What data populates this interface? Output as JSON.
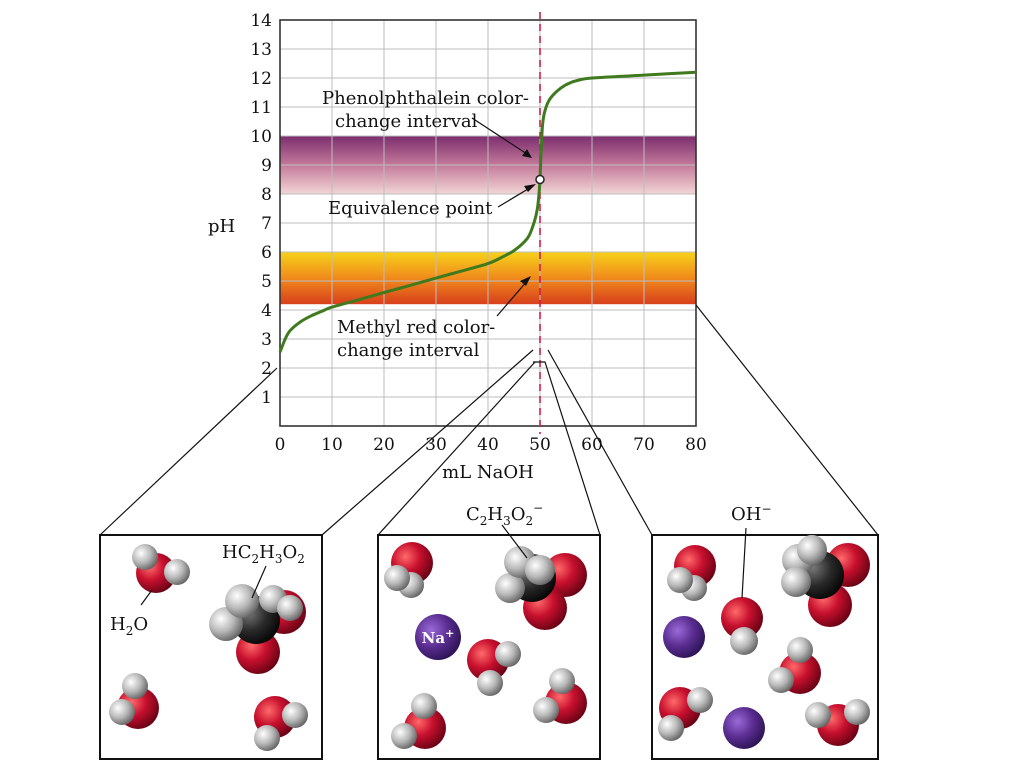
{
  "chart_data": {
    "type": "line",
    "xlabel": "mL NaOH",
    "ylabel": "pH",
    "xlim": [
      0,
      80
    ],
    "ylim": [
      0,
      14
    ],
    "x_ticks": [
      "0",
      "10",
      "20",
      "30",
      "40",
      "50",
      "60",
      "70",
      "80"
    ],
    "y_ticks": [
      "1",
      "2",
      "3",
      "4",
      "5",
      "6",
      "7",
      "8",
      "9",
      "10",
      "11",
      "12",
      "13",
      "14"
    ],
    "grid": true,
    "highlight_x": 50,
    "highlight_x_label": "50",
    "series": [
      {
        "color": "#3f7a1e",
        "x": [
          0,
          1,
          2,
          4,
          6,
          8,
          10,
          15,
          20,
          25,
          30,
          35,
          40,
          43,
          45,
          47,
          48,
          49,
          49.5,
          49.8,
          50,
          50.2,
          50.5,
          51,
          52,
          54,
          56,
          58,
          60,
          65,
          70,
          75,
          80
        ],
        "y": [
          2.55,
          3.0,
          3.3,
          3.6,
          3.8,
          3.95,
          4.1,
          4.35,
          4.6,
          4.85,
          5.1,
          5.35,
          5.6,
          5.85,
          6.05,
          6.35,
          6.6,
          7.1,
          7.5,
          8.0,
          8.5,
          9.4,
          10.4,
          10.9,
          11.3,
          11.65,
          11.85,
          11.95,
          12.0,
          12.05,
          12.1,
          12.15,
          12.2
        ]
      }
    ],
    "bands": [
      {
        "name": "phenolphthalein",
        "y": [
          8,
          10
        ],
        "color_low": "#f2d6d6",
        "color_high": "#7b2d6e"
      },
      {
        "name": "methyl red",
        "y": [
          4.2,
          6.0
        ],
        "color_low": "#d8401c",
        "color_high": "#f6d21a"
      }
    ],
    "equivalence_point": {
      "x": 50,
      "y": 8.5
    },
    "annotations": [
      {
        "lines": [
          "Phenolphthalein color-",
          "change interval"
        ]
      },
      {
        "lines": [
          "Equivalence point"
        ]
      },
      {
        "lines": [
          "Methyl red color-",
          "change interval"
        ]
      }
    ]
  },
  "panels": [
    {
      "labels": [
        {
          "text": "H",
          "sub": "2",
          "tail": "O"
        },
        {
          "text": "HC",
          "sub": "2",
          "mid": "H",
          "sub2": "3",
          "mid2": "O",
          "sub3": "2"
        }
      ]
    },
    {
      "labels": [
        {
          "text": "C",
          "sub": "2",
          "mid": "H",
          "sub2": "3",
          "mid2": "O",
          "sub3": "2",
          "sup": "−"
        },
        {
          "text": "Na",
          "sup": "+"
        }
      ]
    },
    {
      "labels": [
        {
          "text": "OH",
          "sup": "−"
        }
      ]
    }
  ],
  "colors": {
    "oxygen": "#c8102e",
    "hydrogen": "#b8b8b8",
    "carbon": "#2a2a2a",
    "sodium": "#5a2d91",
    "highlight_line": "#d21d4a"
  }
}
